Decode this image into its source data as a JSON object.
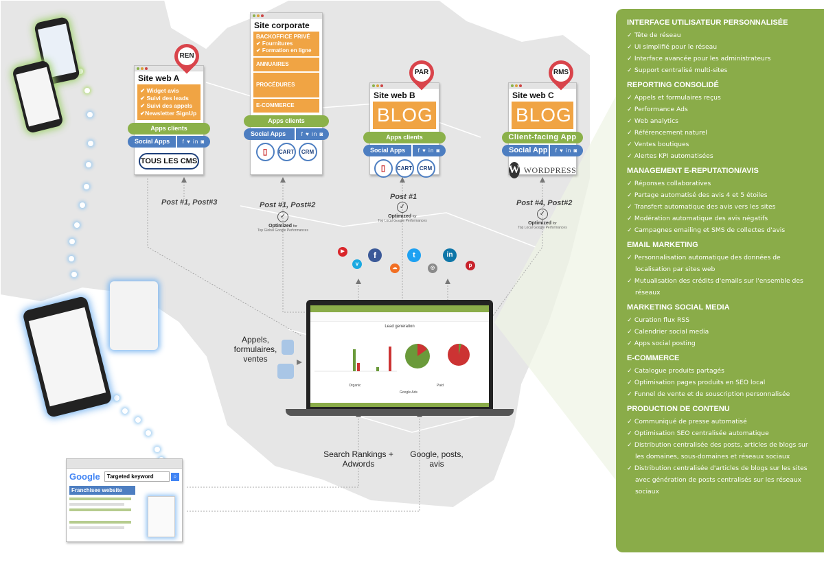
{
  "sites": {
    "a": {
      "pin": "REN",
      "title": "Site web A",
      "features": [
        "✔ Widget avis",
        "✔ Suivi des leads",
        "✔ Suivi des appels",
        "✔Newsletter SignUp"
      ],
      "apps": "Apps clients",
      "social": "Social Apps",
      "social_icons": "f ♥ in ◙",
      "cms": "TOUS LES CMS"
    },
    "corporate": {
      "title": "Site corporate",
      "backoffice": [
        "BACKOFFICE PRIVÉ",
        "✔ Fournitures",
        "✔ Formation en ligne"
      ],
      "sections": [
        "ANNUAIRES",
        "PROCÉDURES",
        "E-COMMERCE"
      ],
      "apps": "Apps clients",
      "social": "Social Apps",
      "social_icons": "f ♥ in ◙",
      "modules": [
        "",
        "CART",
        "CRM"
      ]
    },
    "b": {
      "pin": "PAR",
      "title": "Site web B",
      "blog": "BLOG",
      "apps": "Apps clients",
      "social": "Social Apps",
      "social_icons": "f ♥ in ◙",
      "modules": [
        "",
        "CART",
        "CRM"
      ]
    },
    "c": {
      "pin": "RMS",
      "title": "Site web C",
      "blog": "BLOG",
      "apps": "Client-facing App",
      "social": "Social App",
      "social_icons": "f ♥ in ◙",
      "cms_logo": "W",
      "cms_name": "WORDPRESS"
    }
  },
  "posts": {
    "a": "Post #1, Post#3",
    "corporate": "Post #1, Post#2",
    "b": "Post #1",
    "c": "Post #4, Post#2"
  },
  "optimized": {
    "label": "Optimized",
    "suffix": "for",
    "corporate_sub": "Top Global Google Performances",
    "b_sub": "Top Local Google Performances",
    "c_sub": "Top Local Google Performances"
  },
  "captions": {
    "calls": "Appels, formulaires, ventes",
    "search": "Search Rankings + Adwords",
    "google": "Google, posts, avis"
  },
  "dashboard": {
    "title": "Lead generation",
    "organic": "Organic",
    "paid": "Paid",
    "google_ads": "Google Ads"
  },
  "google_search": {
    "logo": "Google",
    "keyword": "Targeted keyword",
    "result": "Franchisee website"
  },
  "panel": [
    {
      "title": "INTERFACE UTILISATEUR PERSONNALISÉE",
      "items": [
        "Tête de réseau",
        "UI simplifié pour le réseau",
        "Interface avancée pour les administrateurs",
        " Support centralisé multi-sites"
      ]
    },
    {
      "title": "REPORTING CONSOLIDÉ",
      "items": [
        "Appels et formulaires reçus",
        "Performance Ads",
        "Web analytics",
        "Référencement naturel",
        "Ventes boutiques",
        "Alertes KPI automatisées"
      ]
    },
    {
      "title": "MANAGEMENT E-REPUTATION/AVIS",
      "items": [
        "Réponses collaboratives",
        "Partage automatisé des avis 4 et 5 étoiles",
        "Transfert automatique des avis vers les sites",
        "Modération automatique des avis négatifs",
        "Campagnes emailing et SMS de collectes d'avis"
      ]
    },
    {
      "title": "EMAIL MARKETING",
      "items": [
        "Personnalisation automatique des données de localisation par sites web",
        "Mutualisation des crédits d'emails sur l'ensemble des réseaux"
      ]
    },
    {
      "title": "MARKETING SOCIAL MEDIA",
      "items": [
        "Curation flux RSS",
        "Calendrier social media",
        "Apps social posting"
      ]
    },
    {
      "title": "E-COMMERCE",
      "items": [
        "Catalogue produits partagés",
        "Optimisation pages produits en SEO local",
        "Funnel de vente et de souscription personnalisée"
      ]
    },
    {
      "title": "PRODUCTION DE CONTENU",
      "items": [
        "Communiqué de presse automatisé",
        "Optimisation SEO centralisée automatique",
        "Distribution centralisée des posts, articles de blogs sur les domaines, sous-domaines et réseaux sociaux",
        "Distribution centralisée d'articles de blogs sur les sites avec génération de posts centralisés sur les réseaux sociaux"
      ]
    }
  ],
  "colors": {
    "green": "#8aac49",
    "orange": "#f0a444",
    "blue": "#4d7ec1",
    "pin_red": "#d9444b",
    "map_gray": "#e6e6e6"
  }
}
